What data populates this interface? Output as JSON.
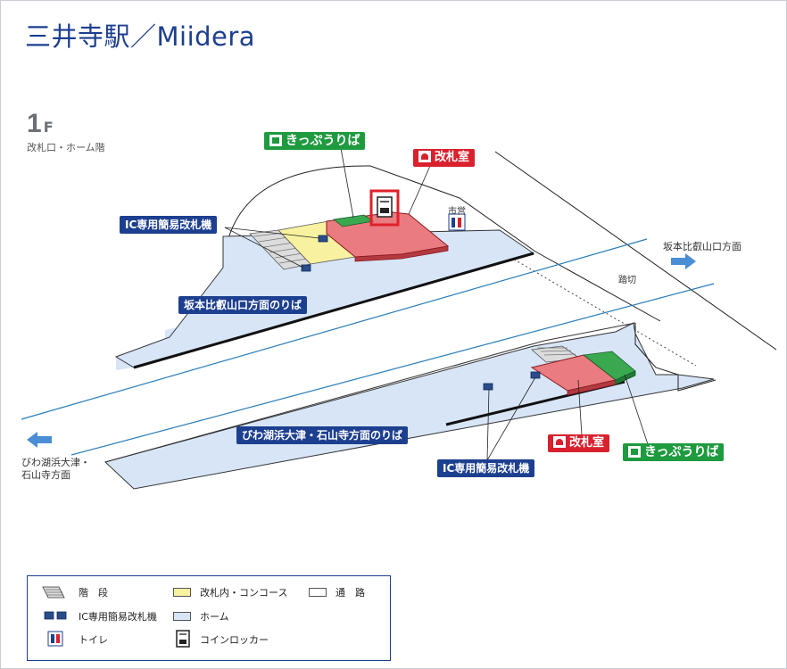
{
  "title": "三井寺駅／Miidera",
  "floor": {
    "number": "1",
    "unit": "F",
    "description": "改札口・ホーム階"
  },
  "labels": {
    "kippu_top": "きっぷうりば",
    "kaisatsu_top": "改札室",
    "shiei": "市営",
    "ic_top": "IC専用簡易改札機",
    "platform_top": "坂本比叡山口方面のりば",
    "direction_right": "坂本比叡山口方面",
    "fumikiri": "踏切",
    "platform_bottom": "びわ湖浜大津・石山寺方面のりば",
    "direction_left_line1": "びわ湖浜大津・",
    "direction_left_line2": "石山寺方面",
    "kaisatsu_bottom": "改札室",
    "kippu_bottom": "きっぷうりば",
    "ic_bottom": "IC専用簡易改札機"
  },
  "legend": {
    "stairs": "階　段",
    "concourse": "改札内・コンコース",
    "passage": "通　路",
    "ic_gate": "IC専用簡易改札機",
    "platform": "ホーム",
    "toilet": "トイレ",
    "locker": "コインロッカー"
  },
  "colors": {
    "brand_blue": "#1d3f8f",
    "ticket_green": "#1e9a3f",
    "office_red": "#d9212e",
    "platform_fill": "#d7e5f7",
    "concourse_fill": "#f8f2a0",
    "highlight_box": "#e0202a",
    "track_line": "#2a7db8"
  },
  "icons": {
    "ticket": "ticket-machine-icon",
    "staff": "station-staff-icon",
    "toilet": "toilet-icon",
    "locker": "coin-locker-icon",
    "gate": "ic-gate-icon",
    "stairs": "stairs-icon",
    "arrow": "direction-arrow-icon"
  }
}
